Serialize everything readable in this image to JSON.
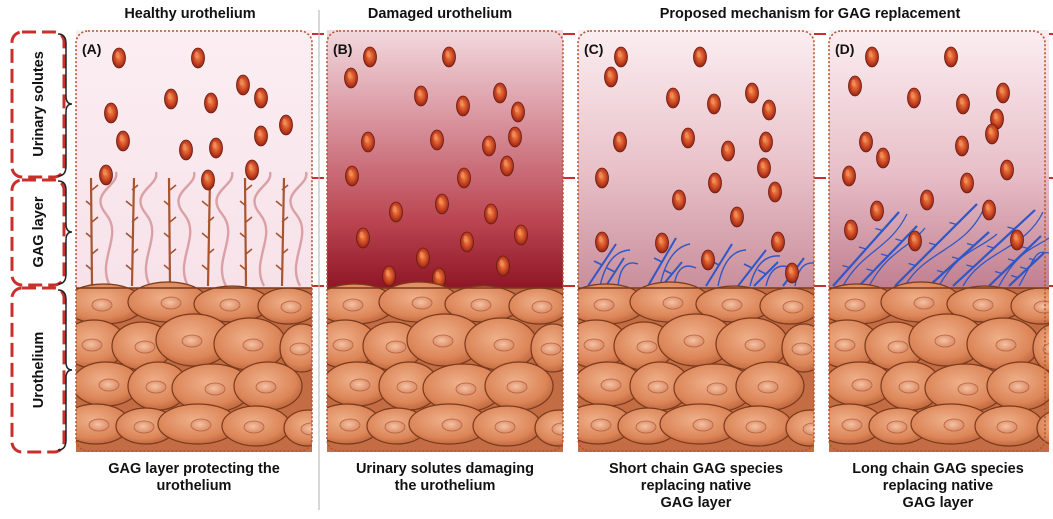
{
  "headers": {
    "healthy": "Healthy urothelium",
    "damaged": "Damaged urothelium",
    "proposed": "Proposed mechanism for GAG replacement"
  },
  "side_labels": {
    "solutes": "Urinary solutes",
    "gag": "GAG layer",
    "urothelium": "Urothelium"
  },
  "panels": [
    {
      "tag": "(A)",
      "caption_lines": [
        "GAG layer protecting the",
        "urothelium"
      ]
    },
    {
      "tag": "(B)",
      "caption_lines": [
        "Urinary solutes damaging",
        "the urothelium"
      ]
    },
    {
      "tag": "(C)",
      "caption_lines": [
        "Short chain GAG species",
        "replacing native",
        "GAG layer"
      ]
    },
    {
      "tag": "(D)",
      "caption_lines": [
        "Long chain GAG species",
        "replacing native",
        "GAG layer"
      ]
    }
  ],
  "colors": {
    "dash": "#c9302c",
    "solute_fill": "#b8321e",
    "solute_highlight": "#f07a3c",
    "native_gag": "#a8542f",
    "replacement_gag": "#2f57c6",
    "cell_fill": "#d9835a",
    "cell_outline": "#7a3a1c",
    "nucleus": "#e7a07a"
  }
}
